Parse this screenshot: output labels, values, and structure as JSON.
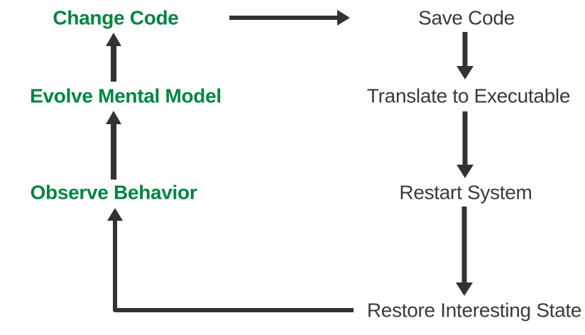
{
  "diagram": {
    "type": "cycle-flowchart",
    "nodes": {
      "change_code": {
        "label": "Change Code",
        "column": "left"
      },
      "evolve_mental_model": {
        "label": "Evolve Mental Model",
        "column": "left"
      },
      "observe_behavior": {
        "label": "Observe Behavior",
        "column": "left"
      },
      "save_code": {
        "label": "Save Code",
        "column": "right"
      },
      "translate_to_executable": {
        "label": "Translate to Executable",
        "column": "right"
      },
      "restart_system": {
        "label": "Restart System",
        "column": "right"
      },
      "restore_interesting_state": {
        "label": "Restore Interesting State",
        "column": "right"
      }
    },
    "edges": [
      {
        "from": "change_code",
        "to": "save_code"
      },
      {
        "from": "save_code",
        "to": "translate_to_executable"
      },
      {
        "from": "translate_to_executable",
        "to": "restart_system"
      },
      {
        "from": "restart_system",
        "to": "restore_interesting_state"
      },
      {
        "from": "restore_interesting_state",
        "to": "observe_behavior"
      },
      {
        "from": "observe_behavior",
        "to": "evolve_mental_model"
      },
      {
        "from": "evolve_mental_model",
        "to": "change_code"
      }
    ],
    "colors": {
      "left_text": "#008542",
      "right_text": "#3a3a3a",
      "arrow": "#333333",
      "background": "#ffffff"
    }
  }
}
